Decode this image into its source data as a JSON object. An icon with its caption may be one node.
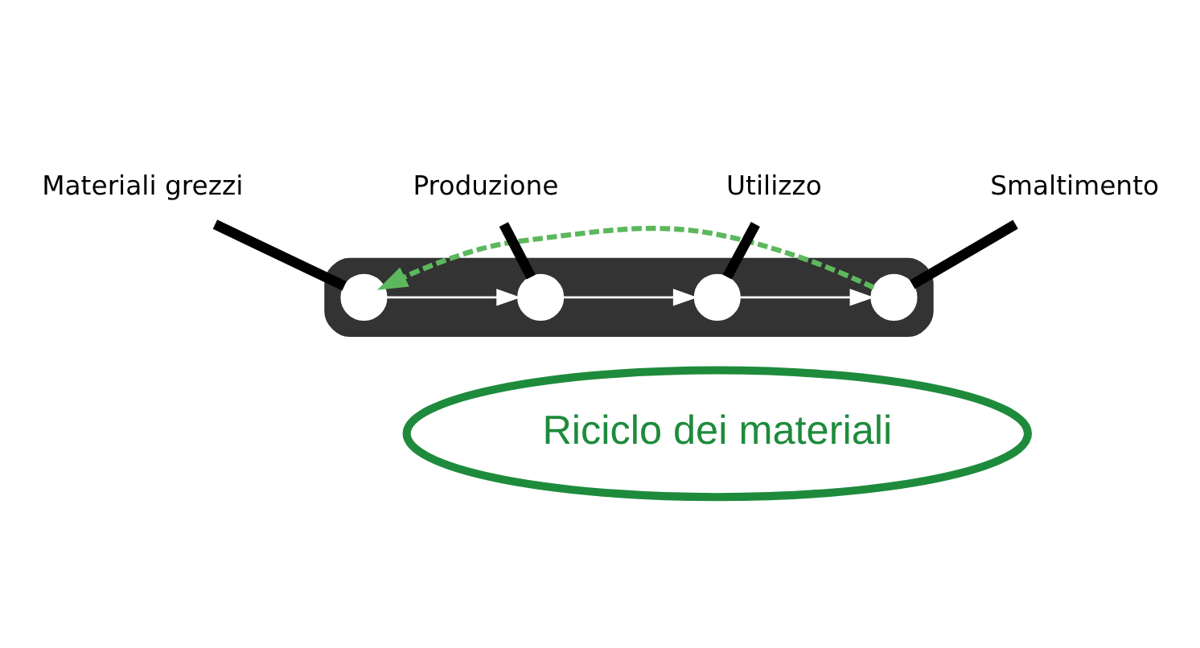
{
  "diagram": {
    "nodes": [
      {
        "text": [],
        "shape": "arrow"
      },
      {
        "text": [
          "Materiali grezzi"
        ]
      },
      {
        "text": [],
        "shape": "circle",
        "in": 0
      },
      {
        "text": [
          "Produzione"
        ]
      },
      {
        "text": [],
        "shape": "circle",
        "in": 0
      },
      {
        "text": [
          "Utilizzo"
        ]
      },
      {
        "text": [],
        "shape": "circle",
        "in": 0
      },
      {
        "text": [
          "Smaltimento"
        ]
      },
      {
        "text": [],
        "shape": "circle",
        "in": 0
      },
      {
        "text": [
          "Riciclo dei materiali"
        ]
      }
    ],
    "edges": [
      {
        "from": 1,
        "to": 2,
        "arrow": "none",
        "style": "thick"
      },
      {
        "from": 3,
        "to": 4,
        "arrow": "none",
        "style": "thick"
      },
      {
        "from": 5,
        "to": 6,
        "arrow": "none",
        "style": "thick"
      },
      {
        "from": 7,
        "to": 8,
        "arrow": "none",
        "style": "thick"
      },
      {
        "from": 2,
        "to": 4,
        "arrow": "to",
        "color": "#ffffff"
      },
      {
        "from": 4,
        "to": 6,
        "arrow": "to",
        "color": "#ffffff"
      },
      {
        "from": 6,
        "to": 8,
        "arrow": "to",
        "color": "#ffffff"
      },
      {
        "from": 8,
        "to": 2,
        "arrow": "to",
        "style": "dashed",
        "color": "#5cb85c"
      }
    ]
  }
}
